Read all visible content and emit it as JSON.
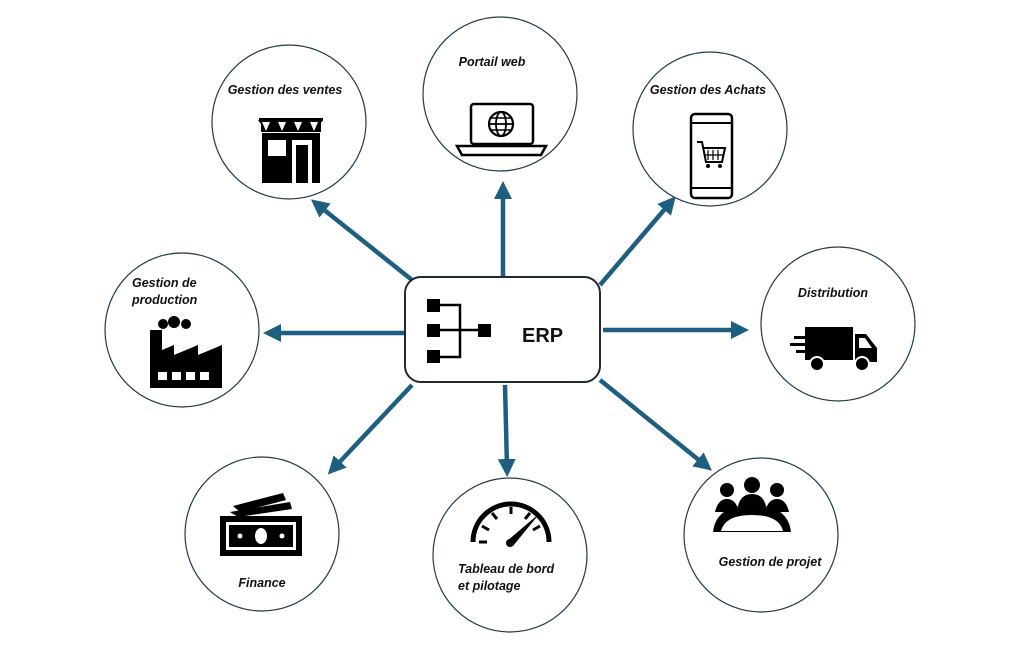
{
  "colors": {
    "arrow": "#1e5f80",
    "circle_border": "#1f3b4d",
    "icon": "#000000"
  },
  "center": {
    "label": "ERP",
    "icon": "hierarchy-icon"
  },
  "nodes": [
    {
      "id": "ventes",
      "label_lines": [
        "Gestion des ventes"
      ],
      "icon": "storefront-icon"
    },
    {
      "id": "portail",
      "label_lines": [
        "Portail web"
      ],
      "icon": "laptop-globe-icon"
    },
    {
      "id": "achats",
      "label_lines": [
        "Gestion des Achats"
      ],
      "icon": "phone-cart-icon"
    },
    {
      "id": "production",
      "label_lines": [
        "Gestion de",
        "production"
      ],
      "icon": "factory-icon"
    },
    {
      "id": "distribution",
      "label_lines": [
        "Distribution"
      ],
      "icon": "delivery-truck-icon"
    },
    {
      "id": "finance",
      "label_lines": [
        "Finance"
      ],
      "icon": "banknotes-icon"
    },
    {
      "id": "tableau",
      "label_lines": [
        "Tableau de bord",
        "et pilotage"
      ],
      "icon": "gauge-icon"
    },
    {
      "id": "projet",
      "label_lines": [
        "Gestion de projet"
      ],
      "icon": "team-meeting-icon"
    }
  ]
}
